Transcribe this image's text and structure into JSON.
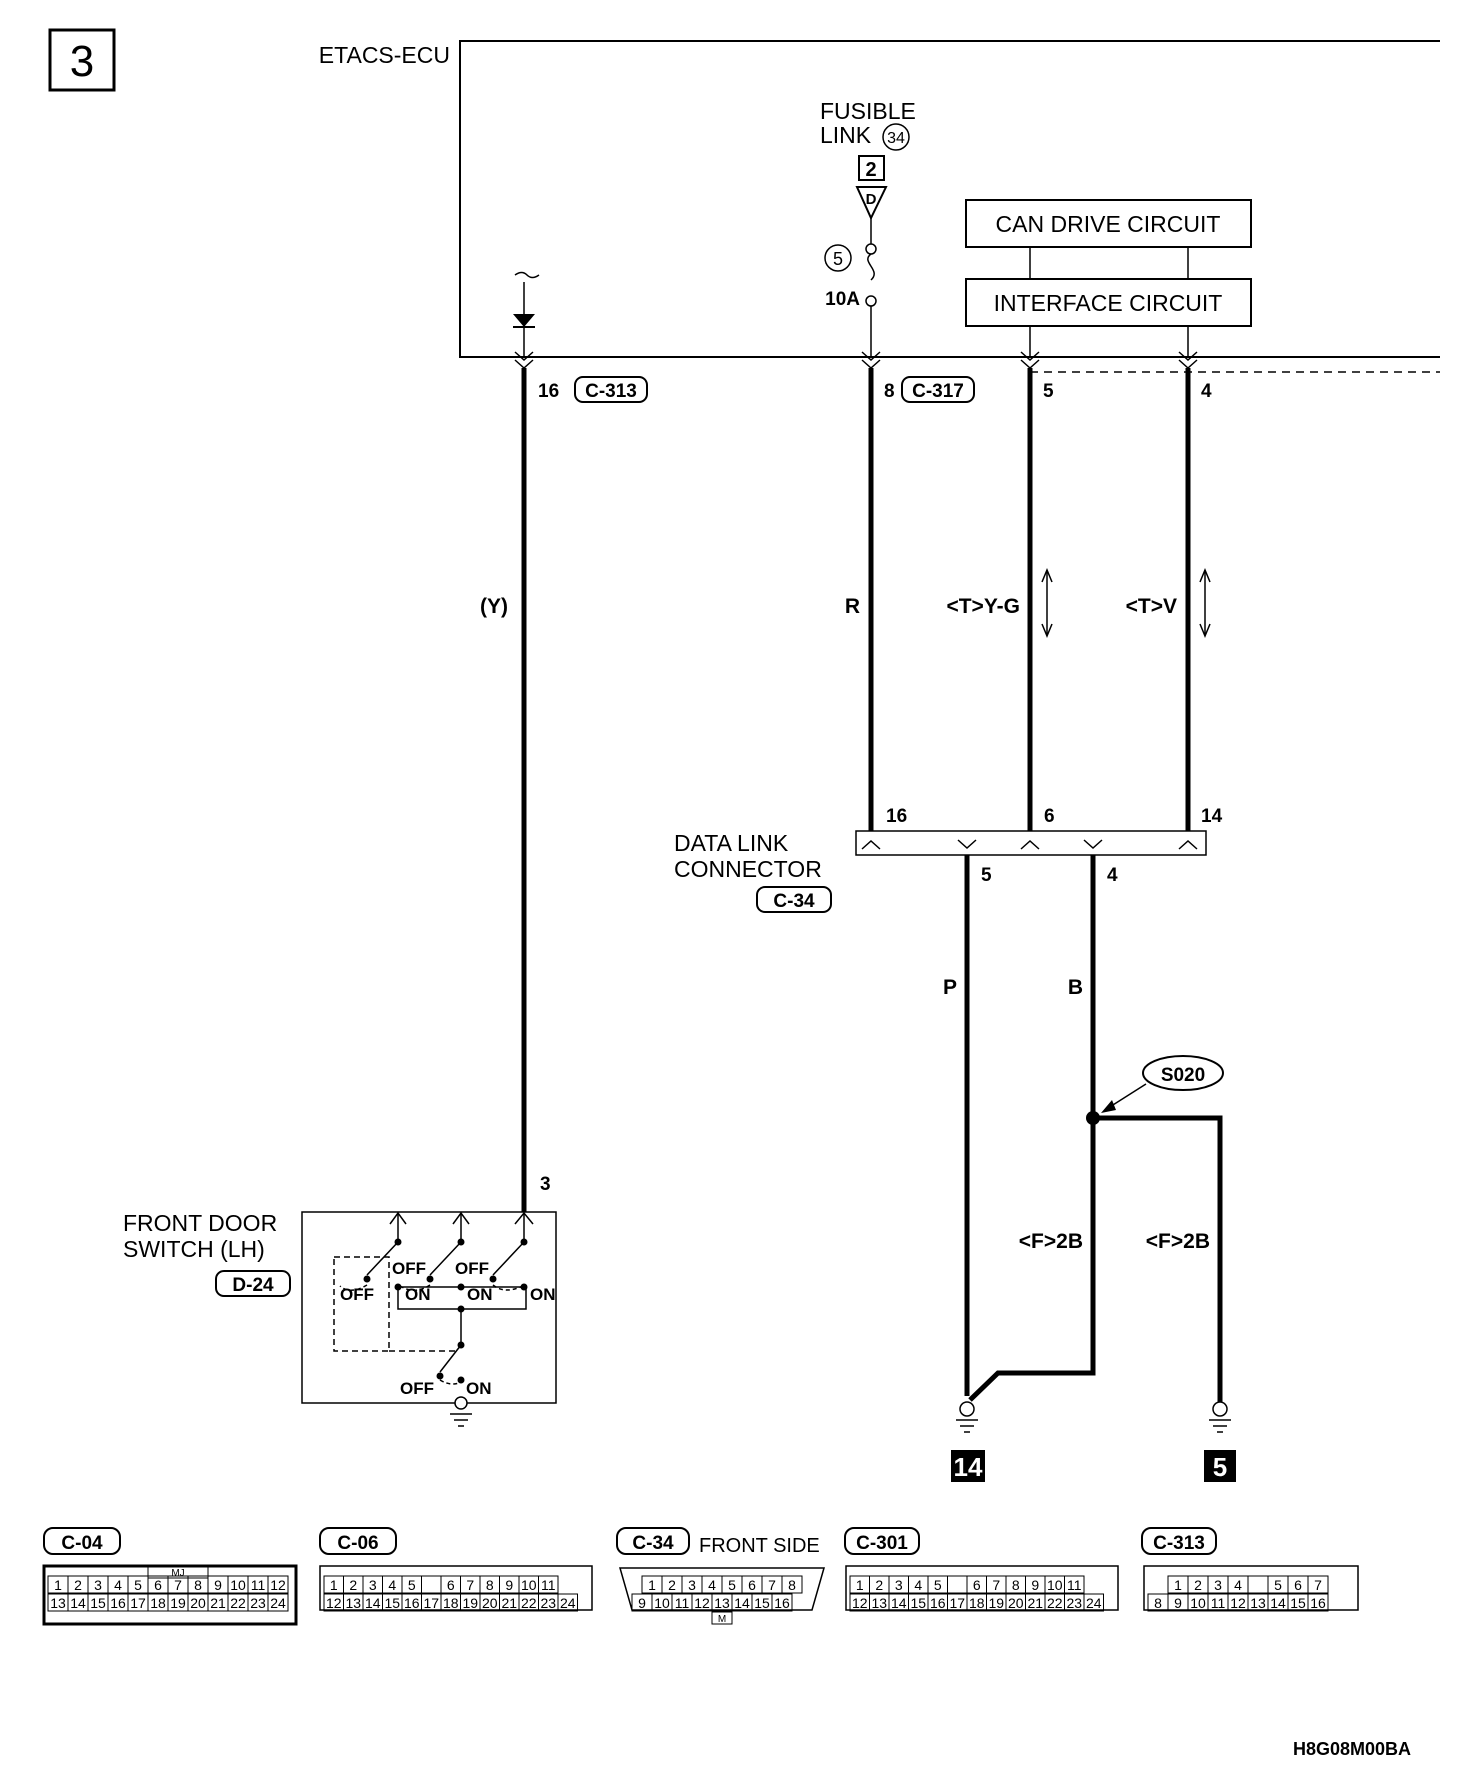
{
  "page_number": "3",
  "ecu": {
    "label": "ETACS-ECU",
    "can_drive_circuit": "CAN DRIVE CIRCUIT",
    "interface_circuit": "INTERFACE CIRCUIT"
  },
  "fusible_link": {
    "line1": "FUSIBLE",
    "line2": "LINK",
    "number": "34",
    "ref_box": "2",
    "ref_letter": "D",
    "fuse_number": "5",
    "fuse_rating": "10A"
  },
  "ecu_pins": [
    {
      "pin": "16",
      "connector": "C-313"
    },
    {
      "pin": "8",
      "connector": "C-317"
    },
    {
      "pin": "5"
    },
    {
      "pin": "4"
    }
  ],
  "wires": {
    "door": "(Y)",
    "power": "R",
    "can_h": "<T>Y-G",
    "can_l": "<T>V",
    "p": "P",
    "b": "B",
    "ground1": "<F>2B",
    "ground2": "<F>2B"
  },
  "dlc": {
    "line1": "DATA LINK",
    "line2": "CONNECTOR",
    "connector": "C-34",
    "pins_top": [
      "16",
      "6",
      "14"
    ],
    "pins_bottom": [
      "5",
      "4"
    ]
  },
  "splice": "S020",
  "ground_points": [
    "14",
    "5"
  ],
  "door_switch": {
    "line1": "FRONT DOOR",
    "line2": "SWITCH (LH)",
    "connector": "D-24",
    "pin": "3",
    "states": {
      "off": "OFF",
      "on": "ON"
    }
  },
  "connectors": [
    {
      "id": "C-04",
      "note": "",
      "row1": [
        "1",
        "2",
        "3",
        "4",
        "5",
        "6",
        "7",
        "8",
        "9",
        "10",
        "11",
        "12"
      ],
      "row2": [
        "13",
        "14",
        "15",
        "16",
        "17",
        "18",
        "19",
        "20",
        "21",
        "22",
        "23",
        "24"
      ],
      "tag": "MJ"
    },
    {
      "id": "C-06",
      "note": "",
      "row1": [
        "1",
        "2",
        "3",
        "4",
        "5",
        "",
        "6",
        "7",
        "8",
        "9",
        "10",
        "11"
      ],
      "row2": [
        "12",
        "13",
        "14",
        "15",
        "16",
        "17",
        "18",
        "19",
        "20",
        "21",
        "22",
        "23",
        "24"
      ]
    },
    {
      "id": "C-34",
      "note": "FRONT SIDE",
      "row1": [
        "1",
        "2",
        "3",
        "4",
        "5",
        "6",
        "7",
        "8"
      ],
      "row2": [
        "9",
        "10",
        "11",
        "12",
        "13",
        "14",
        "15",
        "16"
      ],
      "tag": "M"
    },
    {
      "id": "C-301",
      "note": "",
      "row1": [
        "1",
        "2",
        "3",
        "4",
        "5",
        "",
        "6",
        "7",
        "8",
        "9",
        "10",
        "11"
      ],
      "row2": [
        "12",
        "13",
        "14",
        "15",
        "16",
        "17",
        "18",
        "19",
        "20",
        "21",
        "22",
        "23",
        "24"
      ]
    },
    {
      "id": "C-313",
      "note": "",
      "row1": [
        "1",
        "2",
        "3",
        "4",
        "",
        "5",
        "6",
        "7"
      ],
      "row2": [
        "8",
        "9",
        "10",
        "11",
        "12",
        "13",
        "14",
        "15",
        "16"
      ]
    }
  ],
  "figure_code": "H8G08M00BA"
}
